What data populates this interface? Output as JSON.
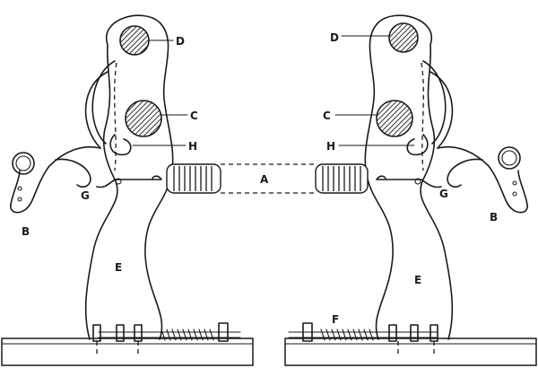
{
  "labels": {
    "A": "A",
    "B_left": "B",
    "B_right": "B",
    "C_left": "C",
    "C_right": "C",
    "D_left": "D",
    "D_right": "D",
    "E_left": "E",
    "E_right": "E",
    "F": "F",
    "G_left": "G",
    "G_right": "G",
    "H_left": "H",
    "H_right": "H"
  }
}
